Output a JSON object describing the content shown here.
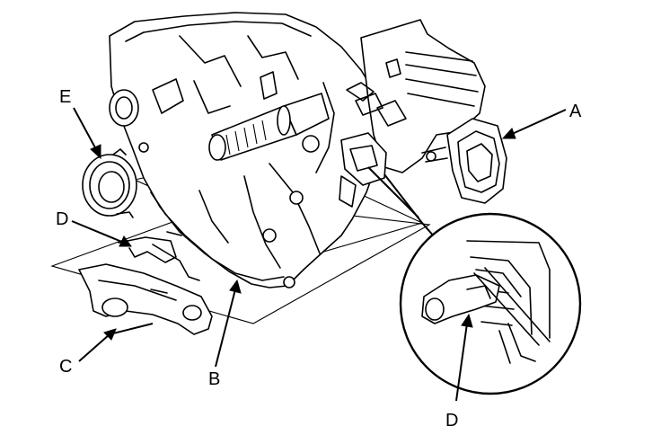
{
  "labels": {
    "a": "A",
    "b": "B",
    "c": "C",
    "d_main": "D",
    "d_detail": "D",
    "e": "E"
  },
  "colors": {
    "ink": "#000000",
    "paper": "#ffffff"
  }
}
